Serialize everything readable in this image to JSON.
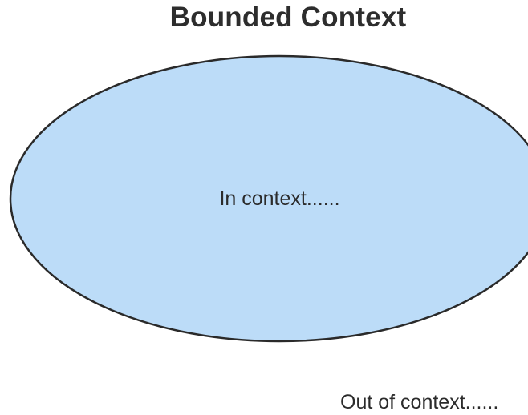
{
  "diagram": {
    "title": "Bounded Context",
    "inside_label": "In context......",
    "outside_label": "Out of context......",
    "colors": {
      "ellipse_fill": "#bcdcf8",
      "ellipse_stroke": "#2a2a2a",
      "text": "#2d2d2d"
    }
  }
}
